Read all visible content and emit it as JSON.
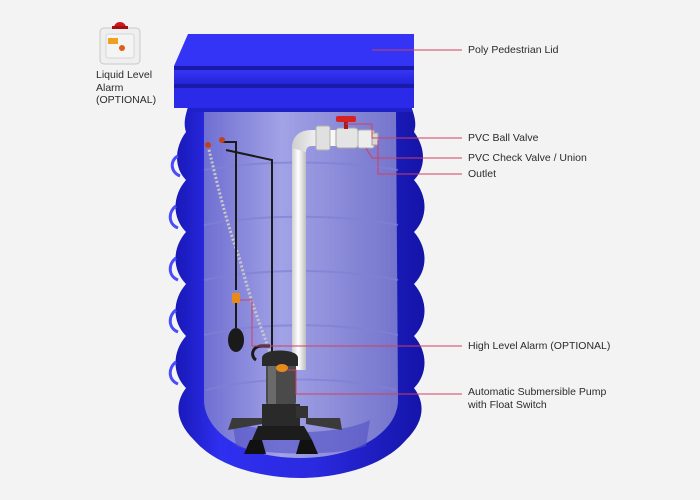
{
  "callouts": {
    "lid": "Poly Pedestrian Lid",
    "ball_valve": "PVC Ball Valve",
    "check_valve": "PVC Check Valve / Union",
    "outlet": "Outlet",
    "high_level_alarm": "High Level Alarm (OPTIONAL)",
    "pump_line1": "Automatic Submersible Pump",
    "pump_line2": "with Float Switch"
  },
  "alarm": {
    "line1": "Liquid Level",
    "line2": "Alarm",
    "line3": "(OPTIONAL)"
  },
  "colors": {
    "tank_blue": "#2a2ae0",
    "tank_interior": "#8f8fdc",
    "leader_line": "#d04060",
    "pipe_white": "#f2f2f2",
    "valve_red": "#d42222",
    "pump_orange": "#e88a1a"
  }
}
